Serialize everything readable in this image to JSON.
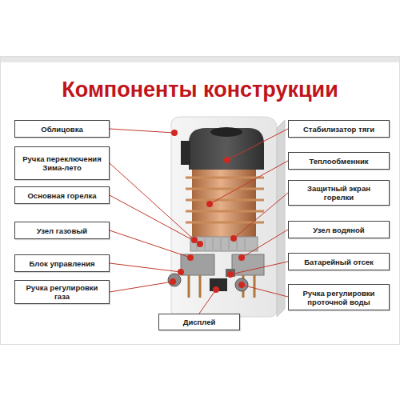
{
  "diagram": {
    "title": "Компоненты конструкции",
    "nodes": [
      {
        "text": [
          "Облицовка"
        ]
      },
      {
        "text": [
          "Стабилизатор тяги"
        ]
      },
      {
        "text": [
          "Ручка переключения Зима-лето"
        ]
      },
      {
        "text": [
          "Теплообменник"
        ]
      },
      {
        "text": [
          "Основная горелка"
        ]
      },
      {
        "text": [
          "Защитный экран горелки"
        ]
      },
      {
        "text": [
          "Узел газовый"
        ]
      },
      {
        "text": [
          "Узел водяной"
        ]
      },
      {
        "text": [
          "Блок управления"
        ]
      },
      {
        "text": [
          "Батарейный отсек"
        ]
      },
      {
        "text": [
          "Ручка регулировки газа"
        ]
      },
      {
        "text": [
          "Ручка регулировки проточной воды"
        ]
      },
      {
        "text": [
          "Дисплей"
        ]
      }
    ]
  }
}
